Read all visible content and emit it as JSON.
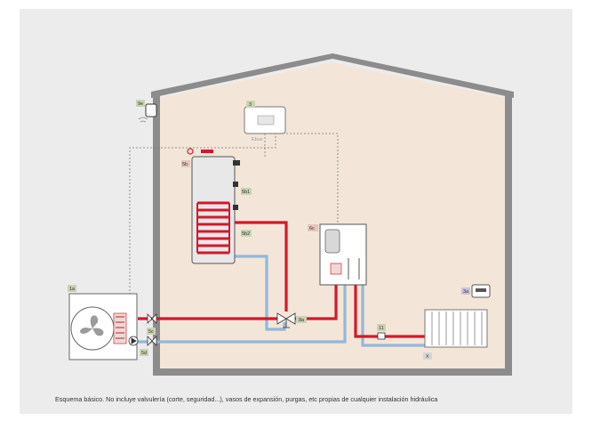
{
  "caption": "Esquema básico. No incluye valvulería (corte, seguridad...), vasos de expansión, purgas, etc propias de cualquier instalación hidráulica",
  "labels": {
    "remote_outdoor": "9e",
    "controller": "3",
    "ebus": "Ebus",
    "tank": "5b",
    "sensor_top": "5b1",
    "sensor_bottom": "5b2",
    "boiler": "6c",
    "outdoor_unit": "1a",
    "valve_top": "5c",
    "valve_bottom": "5d",
    "diverter": "8a",
    "room_thermostat": "3a",
    "radiator_valve": "11",
    "radiator": "X"
  },
  "colors": {
    "background_panel": "#ececec",
    "house_wall": "#8c8c8c",
    "house_fill": "#f3e6d8",
    "hot_pipe": "#d6172c",
    "cold_pipe": "#93b7d9",
    "label_green": "#c9d3b2",
    "label_pink": "#e7c5c0",
    "label_purple": "#c9c3dc"
  }
}
